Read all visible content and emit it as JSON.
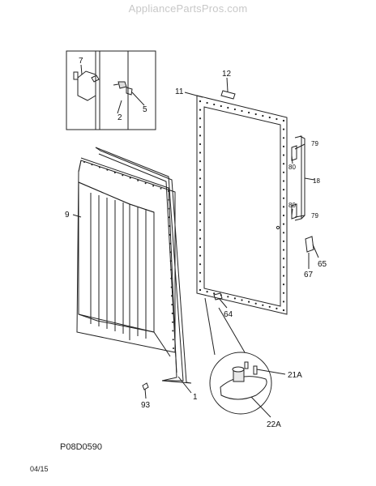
{
  "watermark": "AppliancePartsPros.com",
  "diagram_code": "P08D0590",
  "date_code": "04/15",
  "colors": {
    "line": "#222222",
    "paper": "#ffffff",
    "watermark": "#c8c8c8"
  },
  "callouts": [
    {
      "id": "7",
      "text": "7"
    },
    {
      "id": "2",
      "text": "2"
    },
    {
      "id": "5",
      "text": "5"
    },
    {
      "id": "12",
      "text": "12"
    },
    {
      "id": "11",
      "text": "11"
    },
    {
      "id": "79a",
      "text": "79"
    },
    {
      "id": "80a",
      "text": "80"
    },
    {
      "id": "18",
      "text": "18"
    },
    {
      "id": "80b",
      "text": "80"
    },
    {
      "id": "79b",
      "text": "79"
    },
    {
      "id": "9",
      "text": "9"
    },
    {
      "id": "65",
      "text": "65"
    },
    {
      "id": "67",
      "text": "67"
    },
    {
      "id": "64",
      "text": "64"
    },
    {
      "id": "21A",
      "text": "21A"
    },
    {
      "id": "1",
      "text": "1"
    },
    {
      "id": "93",
      "text": "93"
    },
    {
      "id": "22A",
      "text": "22A"
    }
  ]
}
